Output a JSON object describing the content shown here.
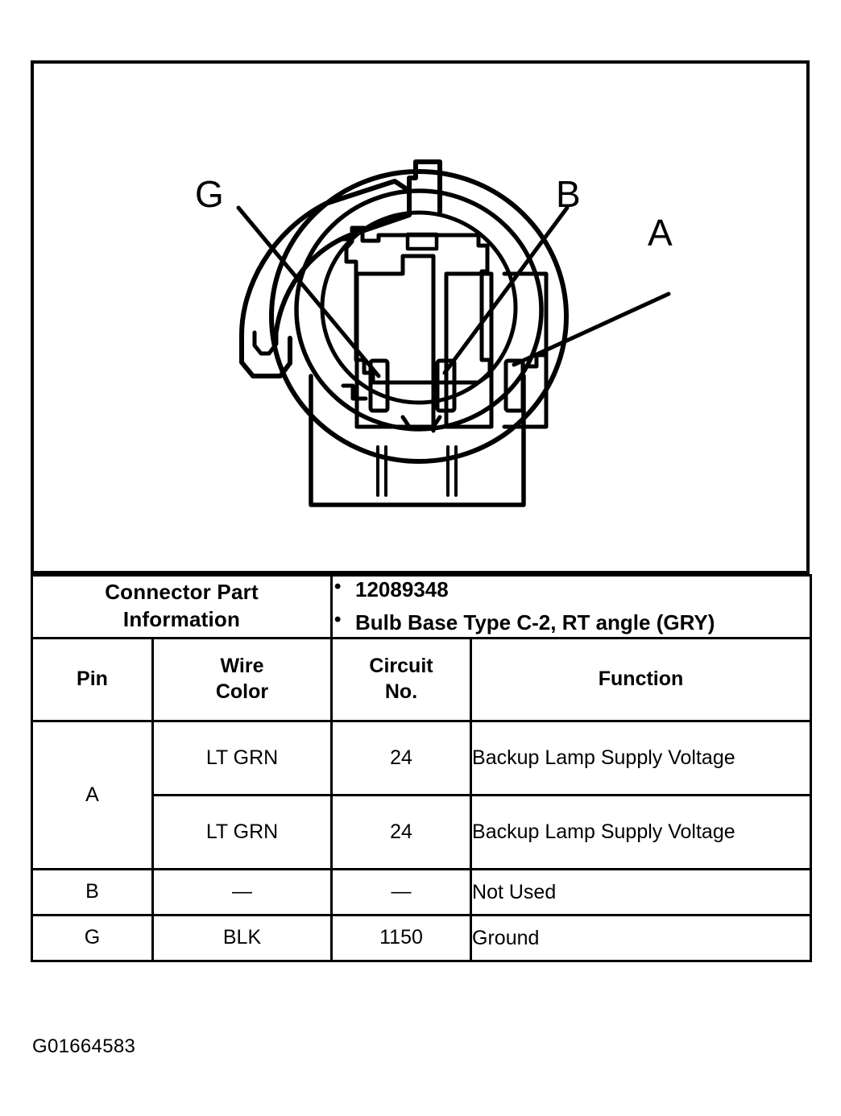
{
  "document": {
    "caption": "G01664583"
  },
  "diagram": {
    "title": "connector-face-view",
    "pin_callouts": [
      {
        "id": "G",
        "label": "G"
      },
      {
        "id": "B",
        "label": "B"
      },
      {
        "id": "A",
        "label": "A"
      }
    ]
  },
  "table": {
    "connector_part_info": {
      "label": "Connector Part\nInformation",
      "label_line1": "Connector Part",
      "label_line2": "Information",
      "bullets": [
        "12089348",
        "Bulb Base Type C-2, RT angle (GRY)"
      ]
    },
    "headers": {
      "pin": "Pin",
      "wire_color_line1": "Wire",
      "wire_color_line2": "Color",
      "circuit_no_line1": "Circuit",
      "circuit_no_line2": "No.",
      "function": "Function"
    },
    "rows": [
      {
        "pin": "A",
        "pin_rowspan": 2,
        "wire_color": "LT GRN",
        "circuit_no": "24",
        "function": "Backup Lamp Supply Voltage"
      },
      {
        "pin": "",
        "wire_color": "LT GRN",
        "circuit_no": "24",
        "function": "Backup Lamp Supply Voltage"
      },
      {
        "pin": "B",
        "wire_color": "—",
        "circuit_no": "—",
        "function": "Not Used"
      },
      {
        "pin": "G",
        "wire_color": "BLK",
        "circuit_no": "1150",
        "function": "Ground"
      }
    ]
  },
  "colors": {
    "ink": "#000000",
    "paper": "#ffffff"
  }
}
